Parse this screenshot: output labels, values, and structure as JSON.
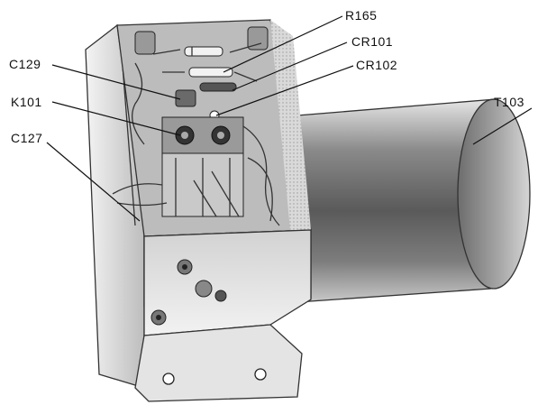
{
  "figure": {
    "labels": {
      "r165": "R165",
      "cr101": "CR101",
      "cr102": "CR102",
      "c129": "C129",
      "k101": "K101",
      "c127": "C127",
      "t103": "T103"
    }
  }
}
